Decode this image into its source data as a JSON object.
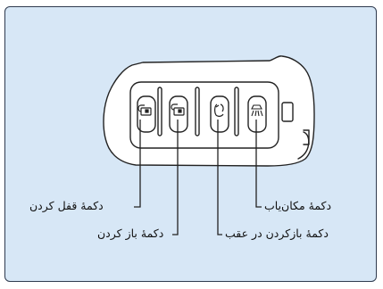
{
  "labels": {
    "lock": "دکمهٔ قفل کردن",
    "unlock": "دکمهٔ باز کردن",
    "trunk": "دکمهٔ بازکردن در عقب",
    "locator": "دکمهٔ مکان‌یاب"
  },
  "icons": [
    "lock-icon",
    "unlock-icon",
    "trunk-icon",
    "locator-icon"
  ],
  "colors": {
    "background": "#d7e7f6",
    "outline": "#222222",
    "fob_fill": "#ffffff"
  }
}
